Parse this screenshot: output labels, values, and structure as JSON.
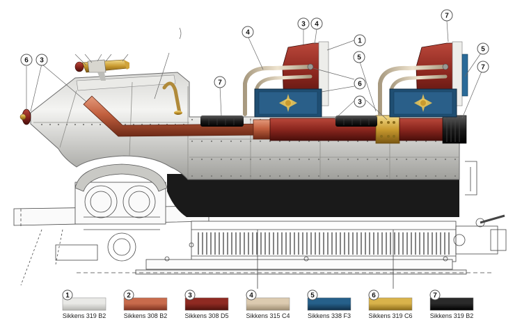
{
  "callouts": [
    {
      "number": "6"
    },
    {
      "number": "3"
    },
    {
      "number": "4"
    },
    {
      "number": "3"
    },
    {
      "number": "4"
    },
    {
      "number": "1"
    },
    {
      "number": "5"
    },
    {
      "number": "7"
    },
    {
      "number": "5"
    },
    {
      "number": "6"
    },
    {
      "number": "7"
    },
    {
      "number": "7"
    },
    {
      "number": "3"
    }
  ],
  "legend": [
    {
      "number": "1",
      "label": "Sikkens 319 B2",
      "color": "#e9e9e6",
      "color_dark": "#b5b5b1"
    },
    {
      "number": "2",
      "label": "Sikkens 308 B2",
      "color": "#c86b4c",
      "color_dark": "#7d3220"
    },
    {
      "number": "3",
      "label": "Sikkens 308 D5",
      "color": "#8f2a22",
      "color_dark": "#4e120d"
    },
    {
      "number": "4",
      "label": "Sikkens 315 C4",
      "color": "#dccbb0",
      "color_dark": "#9d8c72"
    },
    {
      "number": "5",
      "label": "Sikkens 338 F3",
      "color": "#26608a",
      "color_dark": "#0f2f47"
    },
    {
      "number": "6",
      "label": "Sikkens 319 C6",
      "color": "#d9b34b",
      "color_dark": "#8a6a19"
    },
    {
      "number": "7",
      "label": "Sikkens 319 B2",
      "color": "#2a2a2a",
      "color_dark": "#000000"
    }
  ]
}
